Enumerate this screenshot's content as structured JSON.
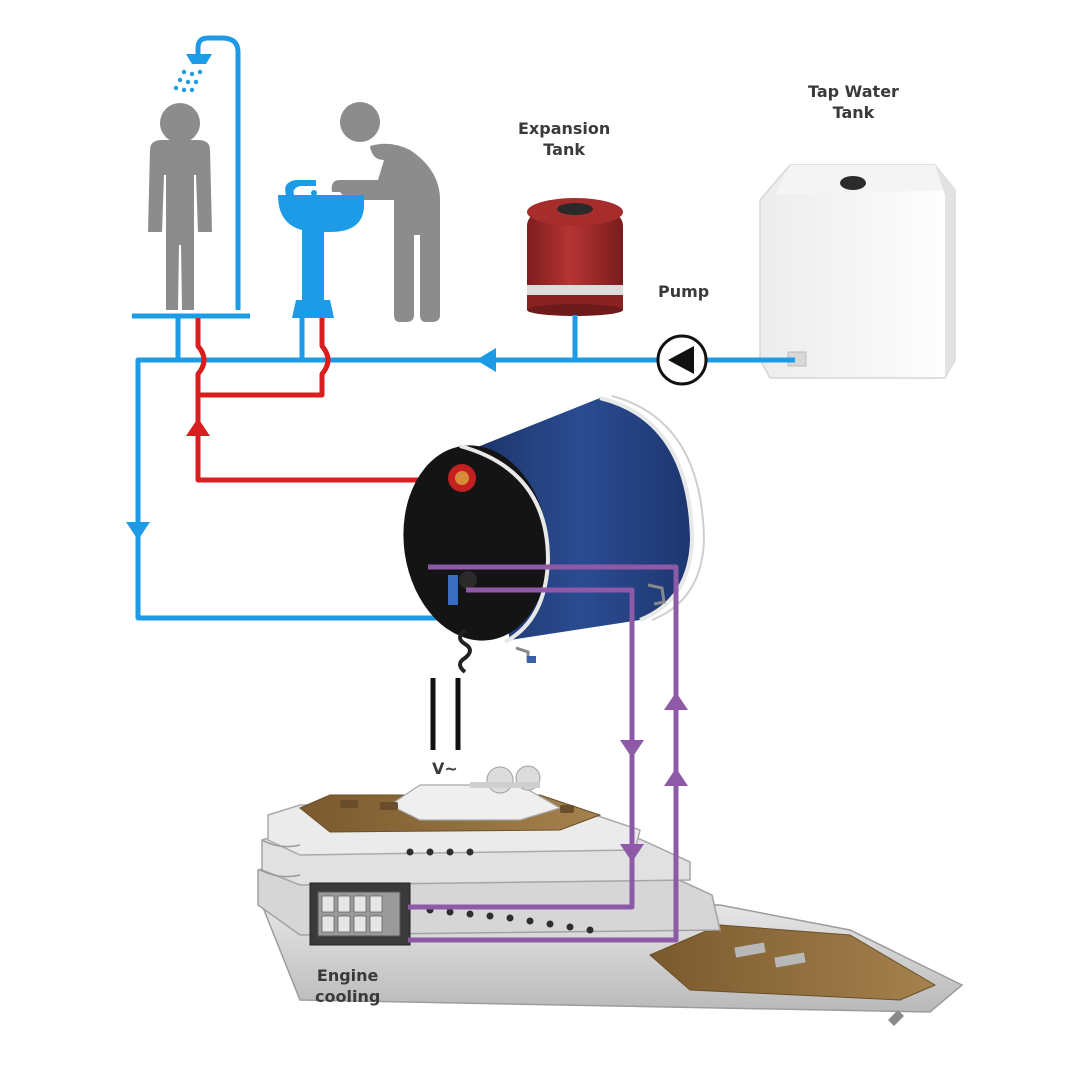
{
  "labels": {
    "expansion_tank": [
      "Expansion",
      "Tank"
    ],
    "tap_water_tank": [
      "Tap Water",
      "Tank"
    ],
    "pump": "Pump",
    "voltage": "V~",
    "engine_cooling": [
      "Engine",
      "cooling"
    ]
  },
  "colors": {
    "cold_water": "#1e9be6",
    "hot_water": "#d81e1e",
    "engine_loop": "#8e5aa8",
    "person": "#8c8c8c",
    "heater_body": "#23407d",
    "expansion_tank": "#a12828",
    "yacht_hull": "#cfcfcf",
    "deck_wood": "#8a6a3c"
  }
}
